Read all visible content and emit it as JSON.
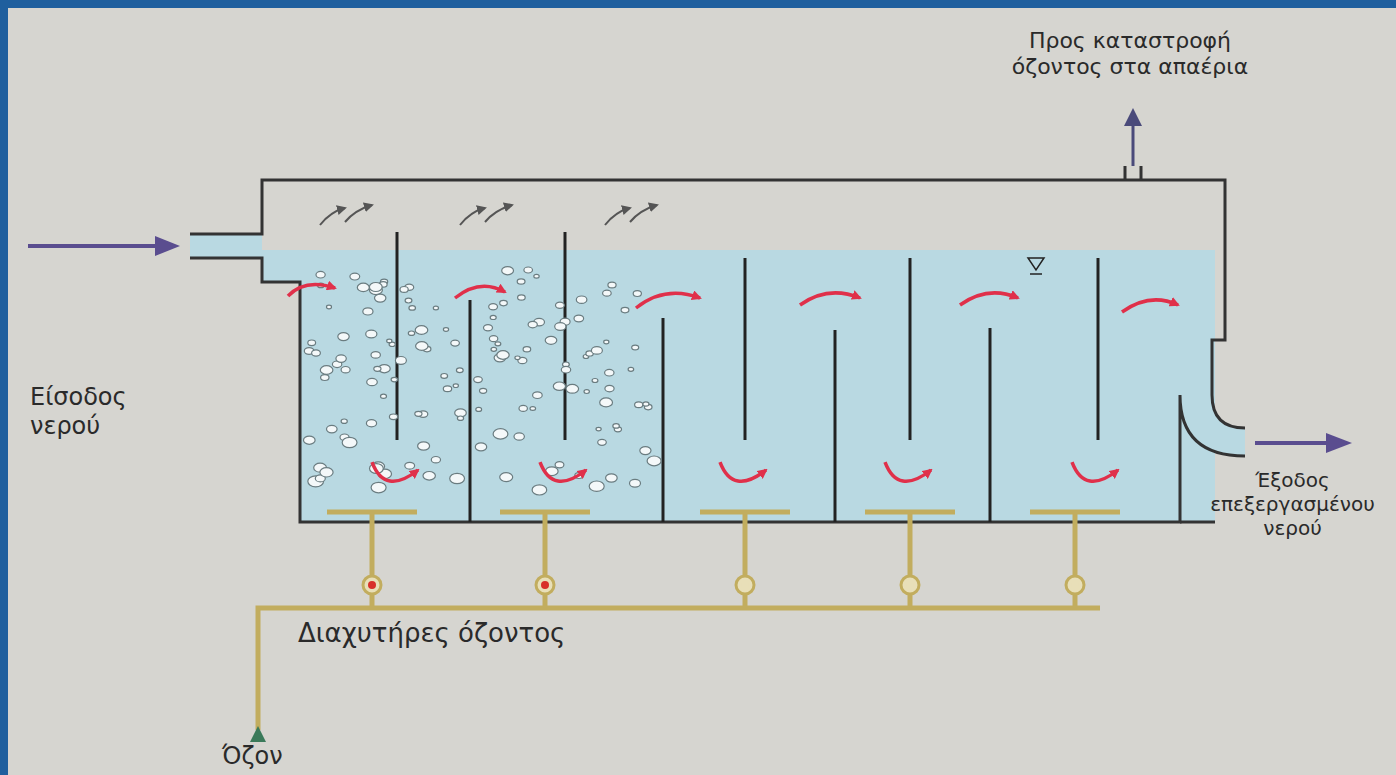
{
  "diagram": {
    "labels": [
      "Προς καταστροφή όζοντος στα απαέρια",
      "Είσοδος νερού",
      "Έξοδος επεξεργασμένου νερού",
      "Διαχυτήρες όζοντος",
      "Όζον"
    ]
  }
}
